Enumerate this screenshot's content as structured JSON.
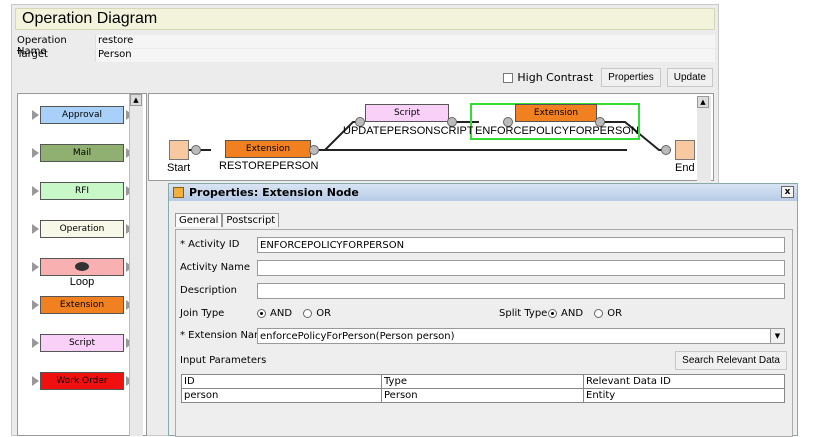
{
  "window": {
    "title": "Operation Diagram",
    "fields": [
      {
        "label": "Operation Name",
        "value": "restore"
      },
      {
        "label": "Target",
        "value": "Person"
      }
    ],
    "high_contrast_label": "High Contrast",
    "properties_button": "Properties",
    "update_button": "Update"
  },
  "palette": {
    "items": [
      {
        "label": "Approval",
        "color": "#a8d0f8"
      },
      {
        "label": "Mail",
        "color": "#8fb070"
      },
      {
        "label": "RFI",
        "color": "#c8f8c8"
      },
      {
        "label": "Operation",
        "color": "#f8f8e8"
      },
      {
        "label": "",
        "color": "#f8b0b0",
        "caption": "Loop"
      },
      {
        "label": "Extension",
        "color": "#f08020"
      },
      {
        "label": "Script",
        "color": "#f8d0f8"
      },
      {
        "label": "Work Order",
        "color": "#f01010"
      }
    ]
  },
  "diagram": {
    "start_label": "Start",
    "end_label": "End",
    "nodes": [
      {
        "text": "Extension",
        "caption": "RESTOREPERSON"
      },
      {
        "text": "Script",
        "caption": "UPDATEPERSONSCRIPT"
      },
      {
        "text": "Extension",
        "caption": "ENFORCEPOLICYFORPERSON"
      }
    ]
  },
  "dialog": {
    "title": "Properties: Extension Node",
    "close": "x",
    "tabs": [
      "General",
      "Postscript"
    ],
    "activity_id_label": "* Activity ID",
    "activity_id_value": "ENFORCEPOLICYFORPERSON",
    "activity_name_label": "Activity Name",
    "activity_name_value": "",
    "description_label": "Description",
    "description_value": "",
    "join_type_label": "Join Type",
    "split_type_label": "Split Type",
    "and_label": "AND",
    "or_label": "OR",
    "extension_name_label": "* Extension Name",
    "extension_name_value": "enforcePolicyForPerson(Person person)",
    "input_params_label": "Input Parameters",
    "search_button": "Search Relevant Data",
    "table": {
      "headers": [
        "ID",
        "Type",
        "Relevant Data ID"
      ],
      "rows": [
        [
          "person",
          "Person",
          "Entity"
        ]
      ]
    }
  }
}
